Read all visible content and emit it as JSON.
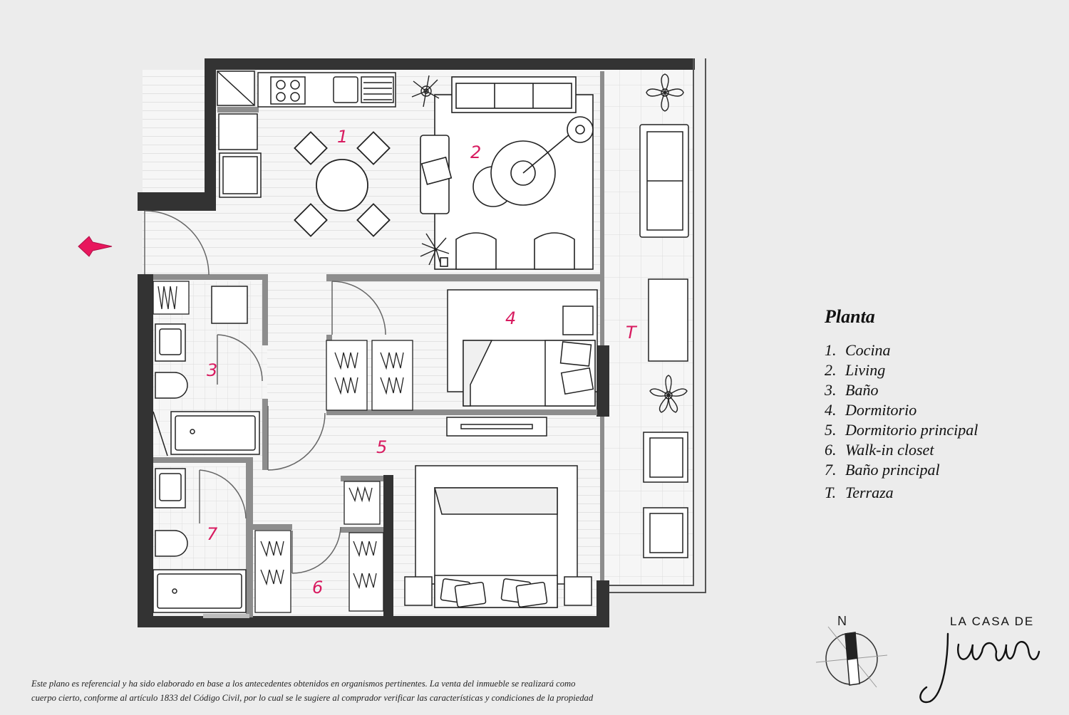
{
  "rooms": [
    {
      "num": "1"
    },
    {
      "num": "2"
    },
    {
      "num": "3"
    },
    {
      "num": "4"
    },
    {
      "num": "5"
    },
    {
      "num": "6"
    },
    {
      "num": "7"
    },
    {
      "num": "T"
    }
  ],
  "legend": {
    "title": "Planta",
    "items": [
      {
        "key": "1.",
        "label": "Cocina"
      },
      {
        "key": "2.",
        "label": "Living"
      },
      {
        "key": "3.",
        "label": "Baño"
      },
      {
        "key": "4.",
        "label": "Dormitorio"
      },
      {
        "key": "5.",
        "label": "Dormitorio principal"
      },
      {
        "key": "6.",
        "label": "Walk-in closet"
      },
      {
        "key": "7.",
        "label": "Baño principal"
      },
      {
        "key": "T.",
        "label": "Terraza"
      }
    ]
  },
  "compass": {
    "north_label": "N"
  },
  "logo": {
    "top": "LA CASA DE",
    "script": "Juana"
  },
  "disclaimer": {
    "line1": "Este plano es referencial y ha sido elaborado en base a los antecedentes obtenidos en organismos pertinentes.  La venta del inmueble se realizará como",
    "line2": "cuerpo cierto, conforme al artículo 1833 del Código Civil, por lo cual se le sugiere al comprador verificar las características y condiciones de la propiedad"
  },
  "colors": {
    "wall": "#333333",
    "accent": "#e8175d",
    "room_label": "#d81b60",
    "background": "#ececec"
  }
}
